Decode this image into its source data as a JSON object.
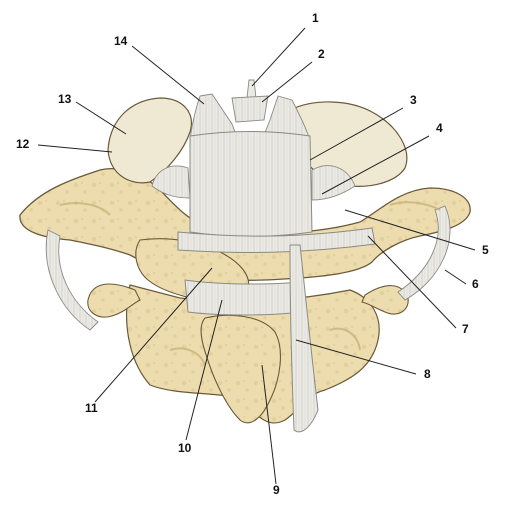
{
  "colors": {
    "bone": "#ecdcae",
    "bone_shadow": "#d8c28c",
    "bone_outline": "#6b5a3a",
    "ligament": "#eceae4",
    "ligament_line": "#8a8a86",
    "cartilage": "#efe8d2",
    "leader": "#222222"
  },
  "labels": [
    "1",
    "2",
    "3",
    "4",
    "5",
    "6",
    "7",
    "8",
    "9",
    "10",
    "11",
    "12",
    "13",
    "14"
  ]
}
